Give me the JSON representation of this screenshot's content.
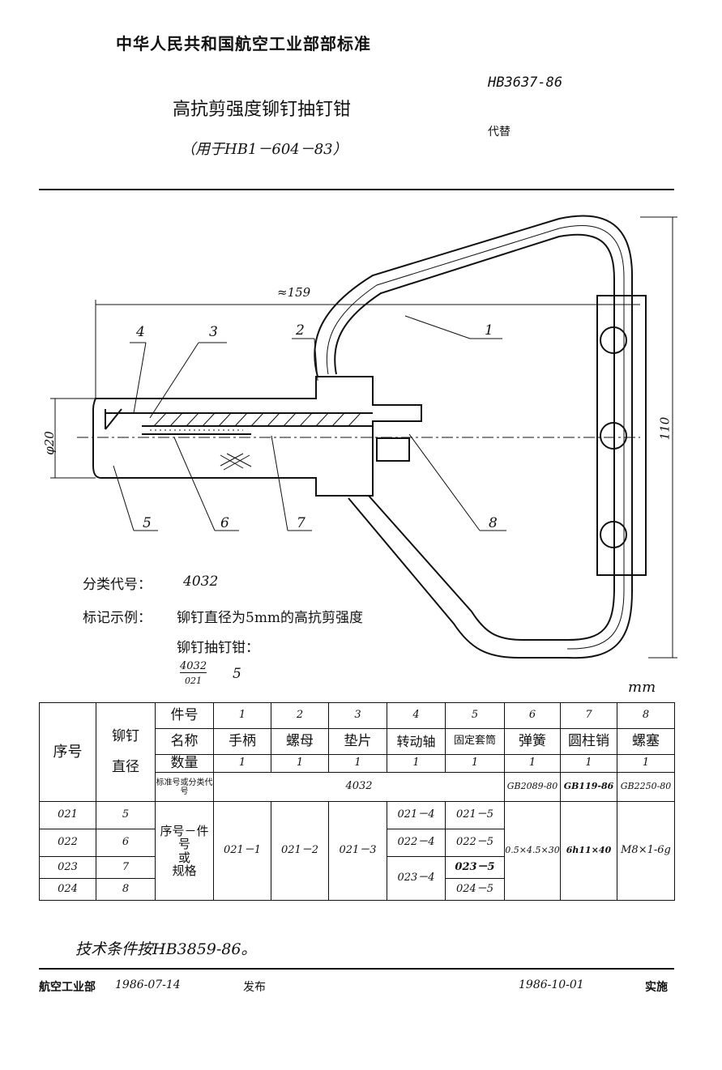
{
  "header": {
    "organization": "中华人民共和国航空工业部部标准",
    "standard_code": "HB3637-86",
    "title": "高抗剪强度铆钉抽钉钳",
    "scope": "（用于HB1－604－83）",
    "replaces_label": "代替"
  },
  "drawing": {
    "overall_length": "≈159",
    "height": "110",
    "diameter": "φ20",
    "part_labels": [
      "1",
      "2",
      "3",
      "4",
      "5",
      "6",
      "7",
      "8"
    ]
  },
  "classification": {
    "label": "分类代号：",
    "value": "4032"
  },
  "marking_example": {
    "label": "标记示例：",
    "text_line1": "铆钉直径为5mm的高抗剪强度",
    "text_line2": "铆钉抽钉钳：",
    "fraction_top": "4032",
    "fraction_bottom": "021",
    "suffix": "5"
  },
  "unit": "mm",
  "table": {
    "col_seq": "序号",
    "col_diameter_1": "铆钉",
    "col_diameter_2": "直径",
    "row_labels": [
      "件号",
      "名称",
      "数量",
      "标准号或分类代号"
    ],
    "part_numbers": [
      "1",
      "2",
      "3",
      "4",
      "5",
      "6",
      "7",
      "8"
    ],
    "part_names": [
      "手柄",
      "螺母",
      "垫片",
      "转动轴",
      "固定套筒",
      "弹簧",
      "圆柱销",
      "螺塞"
    ],
    "quantities": [
      "1",
      "1",
      "1",
      "1",
      "1",
      "1",
      "1",
      "1"
    ],
    "std_common": "4032",
    "std_6": "GB2089-80",
    "std_7": "GB119-86",
    "std_8": "GB2250-80",
    "spec_label_1": "序号－件号",
    "spec_label_2": "或",
    "spec_label_3": "规格",
    "rows": [
      {
        "seq": "021",
        "dia": "5"
      },
      {
        "seq": "022",
        "dia": "6"
      },
      {
        "seq": "023",
        "dia": "7"
      },
      {
        "seq": "024",
        "dia": "8"
      }
    ],
    "c1": "021－1",
    "c2": "021－2",
    "c3": "021－3",
    "c4": [
      "021－4",
      "022－4",
      "023－4"
    ],
    "c5": [
      "021－5",
      "022－5",
      "023－5",
      "024－5"
    ],
    "c6": "0.5×4.5×30",
    "c7": "6h11×40",
    "c8": "M8×1-6g"
  },
  "tech_note": "技术条件按HB3859-86。",
  "footer": {
    "issuer": "航空工业部",
    "issue_date": "1986-07-14",
    "issued": "发布",
    "effective_date": "1986-10-01",
    "effective": "实施"
  }
}
